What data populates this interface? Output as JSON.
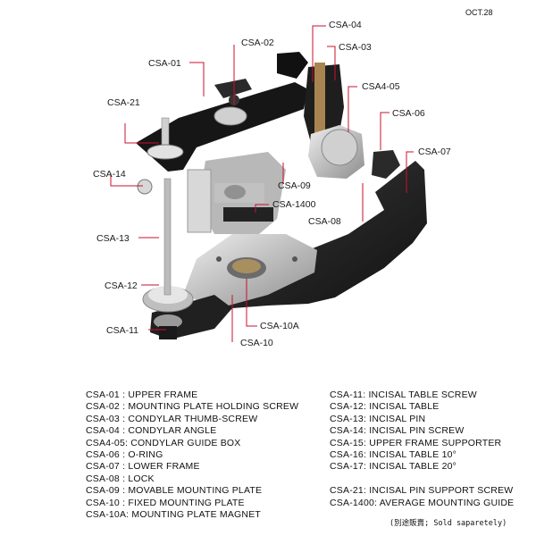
{
  "date": "OCT.28",
  "callouts": [
    "CSA-01",
    "CSA-02",
    "CSA-04",
    "CSA-03",
    "CSA4-05",
    "CSA-06",
    "CSA-07",
    "CSA-21",
    "CSA-14",
    "CSA-09",
    "CSA-1400",
    "CSA-08",
    "CSA-13",
    "CSA-12",
    "CSA-10A",
    "CSA-11",
    "CSA-10"
  ],
  "legend_left": [
    {
      "code": "CSA-01",
      "sep": " : ",
      "name": "UPPER FRAME"
    },
    {
      "code": "CSA-02",
      "sep": " : ",
      "name": "MOUNTING PLATE HOLDING SCREW"
    },
    {
      "code": "CSA-03",
      "sep": " : ",
      "name": "CONDYLAR THUMB-SCREW"
    },
    {
      "code": "CSA-04",
      "sep": " : ",
      "name": "CONDYLAR ANGLE"
    },
    {
      "code": "CSA4-05",
      "sep": ": ",
      "name": "CONDYLAR GUIDE BOX"
    },
    {
      "code": "CSA-06",
      "sep": " : ",
      "name": "O-RING"
    },
    {
      "code": "CSA-07",
      "sep": " : ",
      "name": "LOWER FRAME"
    },
    {
      "code": "CSA-08",
      "sep": " : ",
      "name": "LOCK"
    },
    {
      "code": "CSA-09",
      "sep": " : ",
      "name": "MOVABLE MOUNTING PLATE"
    },
    {
      "code": "CSA-10",
      "sep": " : ",
      "name": "FIXED MOUNTING PLATE"
    },
    {
      "code": "CSA-10A",
      "sep": ": ",
      "name": "MOUNTING PLATE MAGNET"
    }
  ],
  "legend_right_top": [
    {
      "code": "CSA-11",
      "sep": ": ",
      "name": "INCISAL TABLE SCREW"
    },
    {
      "code": "CSA-12",
      "sep": ": ",
      "name": "INCISAL TABLE"
    },
    {
      "code": "CSA-13",
      "sep": ": ",
      "name": "INCISAL PIN"
    },
    {
      "code": "CSA-14",
      "sep": ": ",
      "name": "INCISAL PIN SCREW"
    },
    {
      "code": "CSA-15",
      "sep": ": ",
      "name": "UPPER FRAME SUPPORTER"
    },
    {
      "code": "CSA-16",
      "sep": ": ",
      "name": "INCISAL TABLE 10°"
    },
    {
      "code": "CSA-17",
      "sep": ": ",
      "name": "INCISAL TABLE 20°"
    }
  ],
  "legend_right_bottom": [
    {
      "code": "CSA-21",
      "sep": ": ",
      "name": "INCISAL PIN SUPPORT SCREW"
    },
    {
      "code": "CSA-1400",
      "sep": ": ",
      "name": "AVERAGE MOUNTING GUIDE"
    }
  ],
  "note": "(別途販賣; Sold saparetely)",
  "colors": {
    "leader": "#c8102e",
    "frame": "#1e1e1e",
    "metal": "#c9c9c9",
    "text": "#1a1a1a"
  }
}
